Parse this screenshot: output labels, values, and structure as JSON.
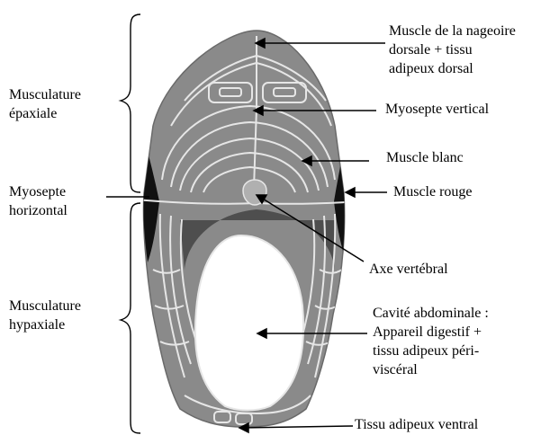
{
  "labels": {
    "musculature_epaxiale": [
      "Musculature",
      "épaxiale"
    ],
    "myosepte_horizontal": [
      "Myosepte",
      "horizontal"
    ],
    "musculature_hypaxiale": [
      "Musculature",
      "hypaxiale"
    ],
    "muscle_nageoire": [
      "Muscle de la nageoire",
      "dorsale + tissu",
      "adipeux dorsal"
    ],
    "myosepte_vertical": [
      "Myosepte vertical"
    ],
    "muscle_blanc": [
      "Muscle blanc"
    ],
    "muscle_rouge": [
      "Muscle rouge"
    ],
    "axe_vertebral": [
      "Axe vertébral"
    ],
    "cavite_abdominale": [
      "Cavité abdominale :",
      "Appareil digestif +",
      "tissu adipeux péri-",
      "viscéral"
    ],
    "tissu_ventral": [
      "Tissu adipeux ventral"
    ]
  },
  "colors": {
    "muscle_white": "#8a8a8a",
    "muscle_edge": "#6a6a6a",
    "myosepta": "#e6e6e6",
    "red_muscle": "#111111",
    "dark_band": "#4e4e4e",
    "cavity": "#ffffff"
  }
}
